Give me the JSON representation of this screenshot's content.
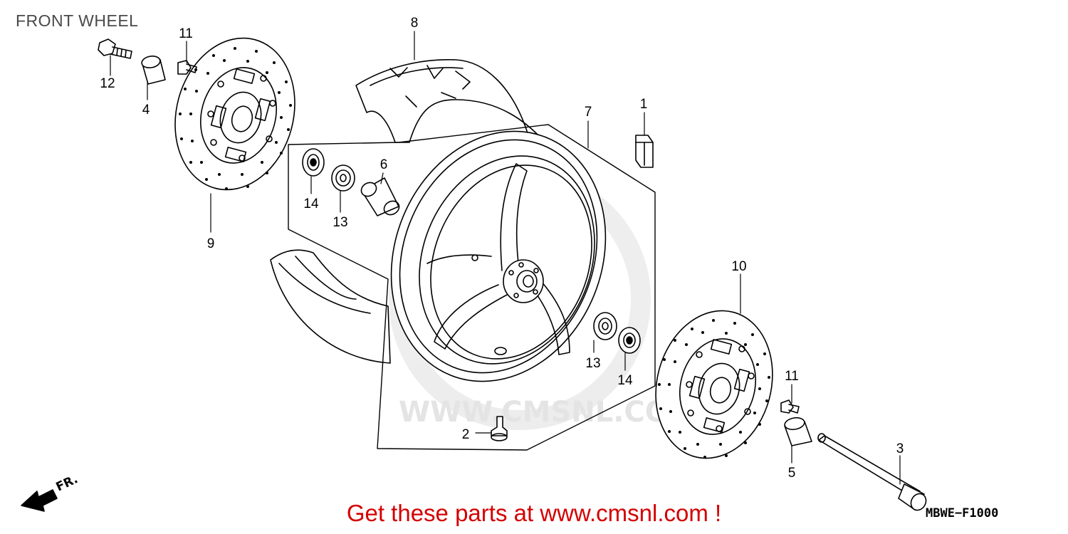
{
  "title": "FRONT WHEEL",
  "promo_text": "Get these parts at www.cmsnl.com !",
  "diagram_code": "MBWE−F1000",
  "watermark": "WWW.CMSNL.CO",
  "direction_label": "FR.",
  "callouts": {
    "c1": "1",
    "c2": "2",
    "c3": "3",
    "c4": "4",
    "c5": "5",
    "c6": "6",
    "c7": "7",
    "c8": "8",
    "c9": "9",
    "c10": "10",
    "c11a": "11",
    "c11b": "11",
    "c12": "12",
    "c13a": "13",
    "c13b": "13",
    "c14a": "14",
    "c14b": "14"
  },
  "colors": {
    "promo": "#d40000",
    "line": "#000000",
    "watermark": "#e2e2e2"
  }
}
